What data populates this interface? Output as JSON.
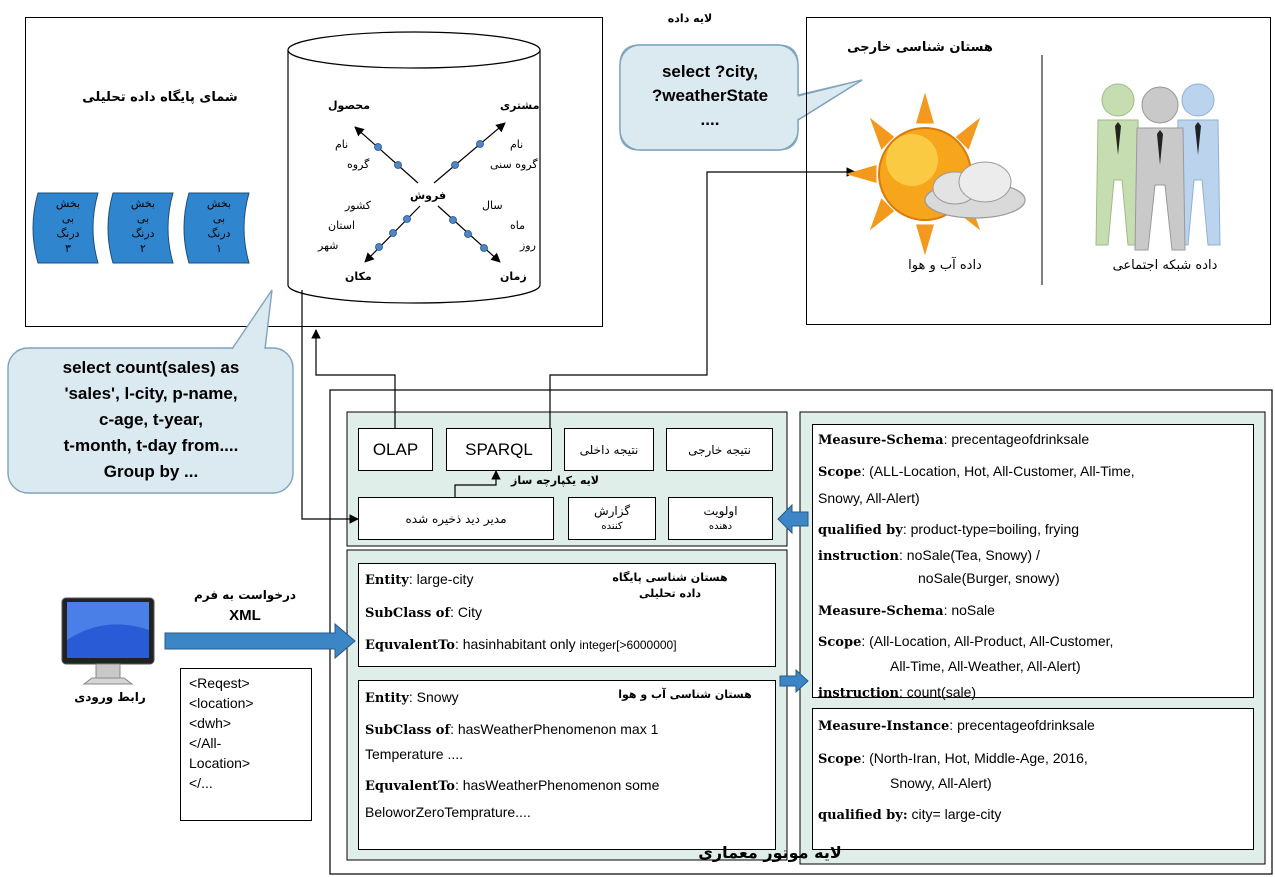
{
  "top_layer_label": "لایه داده",
  "dw": {
    "schema_title": "شمای پایگاه داده تحلیلی",
    "fact": "فروش",
    "dims": {
      "product": {
        "name": "محصول",
        "attrs": [
          "نام",
          "گروه"
        ]
      },
      "customer": {
        "name": "مشتری",
        "attrs": [
          "نام",
          "گروه سنی"
        ]
      },
      "location": {
        "name": "مکان",
        "attrs": [
          "کشور",
          "استان",
          "شهر"
        ]
      },
      "time": {
        "name": "زمان",
        "attrs": [
          "سال",
          "ماه",
          "روز"
        ]
      }
    },
    "partitions": [
      {
        "line1": "بخش",
        "line2": "بی",
        "line3": "درنگ",
        "num": "۳"
      },
      {
        "line1": "بخش",
        "line2": "بی",
        "line3": "درنگ",
        "num": "۲"
      },
      {
        "line1": "بخش",
        "line2": "بی",
        "line3": "درنگ",
        "num": "۱"
      }
    ]
  },
  "callouts": {
    "sparql": [
      "select ?city,",
      "?weatherState",
      "...."
    ],
    "sql": [
      "select count(sales) as",
      "'sales', l-city, p-name,",
      "c-age, t-year,",
      "t-month, t-day from....",
      "Group by ..."
    ]
  },
  "external": {
    "title": "هستان شناسی خارجی",
    "weather_label": "داده آب و هوا",
    "social_label": "داده شبکه اجتماعی"
  },
  "integration": {
    "buttons": {
      "olap": "OLAP",
      "sparql": "SPARQL",
      "internal_result": "نتیجه داخلی",
      "external_result": "نتیجه خارجی"
    },
    "layer_label": "لایه یکپارچه ساز",
    "view_manager": "مدیر دید ذخیره شده",
    "reporter": [
      "گزارش",
      "کننده"
    ],
    "prioritizer": [
      "اولویت",
      "دهنده"
    ]
  },
  "ontology_dw": {
    "title": [
      "هستان شناسی پایگاه",
      "داده تحلیلی"
    ],
    "entity_kw": "Entity",
    "entity_val": ": large-city",
    "subclass_kw": "SubClass of",
    "subclass_val": ": City",
    "equiv_kw": "EquvalentTo",
    "equiv_val": ": hasinhabitant only ",
    "equiv_val2": "integer[>6000000]"
  },
  "ontology_weather": {
    "title": "هستان شناسی آب و هوا",
    "entity_kw": "Entity",
    "entity_val": ": Snowy",
    "subclass_kw": "SubClass of",
    "subclass_val": ": hasWeatherPhenomenon max 1",
    "subclass_val2": "Temperature ....",
    "equiv_kw": "EquvalentTo",
    "equiv_val": ": hasWeatherPhenomenon some",
    "equiv_val2": "BeloworZeroTemprature...."
  },
  "measures": {
    "schema1_kw": "Measure-Schema",
    "schema1_val": ": precentageofdrinksale",
    "scope1_kw": "Scope",
    "scope1_val": ": (ALL-Location, Hot, All-Customer, All-Time,",
    "scope1_val2": "Snowy, All-Alert)",
    "qual1_kw": "qualified by",
    "qual1_val": ": product-type=boiling, frying",
    "instr1_kw": "instruction",
    "instr1_val": ": noSale(Tea, Snowy) /",
    "instr1_val2": "noSale(Burger, snowy)",
    "schema2_kw": "Measure-Schema",
    "schema2_val": ": noSale",
    "scope2_kw": "Scope",
    "scope2_val": ": (All-Location, All-Product, All-Customer,",
    "scope2_val2": "All-Time, All-Weather, All-Alert)",
    "instr2_kw": "instruction",
    "instr2_val": ": count(sale)",
    "inst_kw": "Measure-Instance",
    "inst_val": ": precentageofdrinksale",
    "scope3_kw": "Scope",
    "scope3_val": ": (North-Iran, Hot, Middle-Age, 2016,",
    "scope3_val2": "Snowy, All-Alert)",
    "qual3_kw": "qualified by:",
    "qual3_val": " city= large-city"
  },
  "request": {
    "label": "درخواست به فرم",
    "format": "XML",
    "xml_lines": [
      "<Reqest>",
      "<location>",
      "<dwh>",
      "</All-",
      "Location>",
      "</..."
    ],
    "ui_label": "رابط ورودی"
  },
  "engine_label": "لایه موتور معماری",
  "colors": {
    "panel_green": "#dfeee9",
    "callout_fill": "#dbe9f0",
    "arrow_blue": "#3d86c6",
    "partition_blue": "#2f86cf"
  }
}
